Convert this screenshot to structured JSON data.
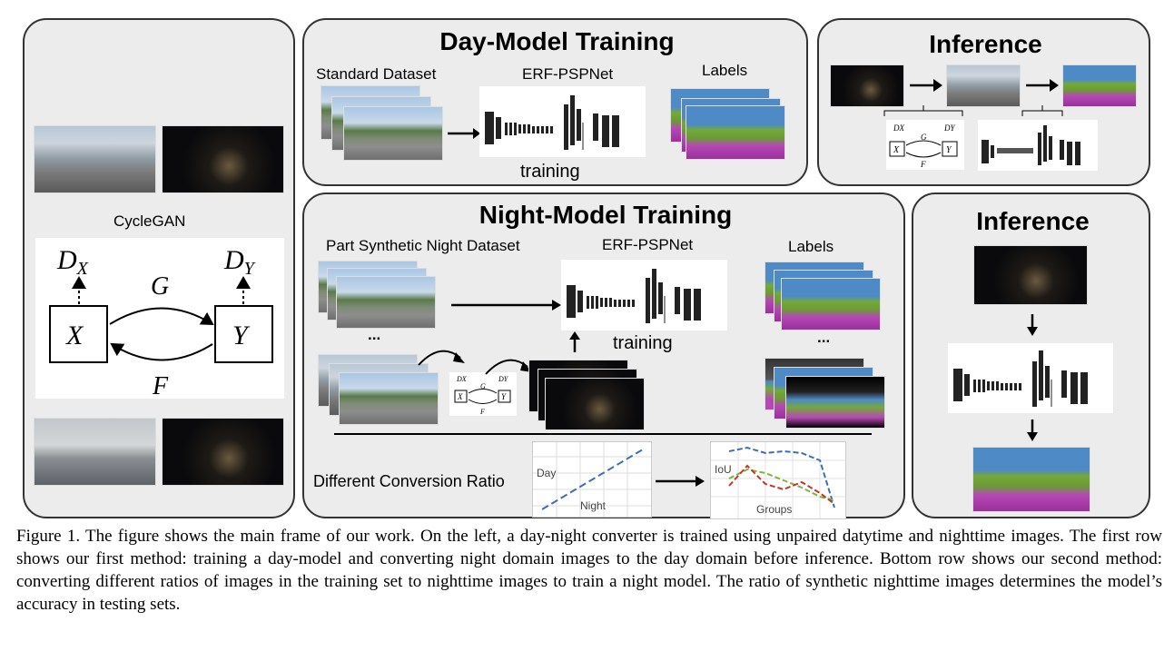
{
  "left_panel": {
    "label": "CycleGAN",
    "diagram": {
      "dx": "D",
      "dx_sub": "X",
      "dy": "D",
      "dy_sub": "Y",
      "x": "X",
      "y": "Y",
      "g": "G",
      "f": "F"
    }
  },
  "day_model": {
    "title": "Day-Model Training",
    "standard_dataset": "Standard Dataset",
    "network": "ERF-PSPNet",
    "labels": "Labels",
    "training": "training"
  },
  "inference_top": {
    "title": "Inference"
  },
  "night_model": {
    "title": "Night-Model Training",
    "part_synthetic": "Part Synthetic Night Dataset",
    "network": "ERF-PSPNet",
    "labels": "Labels",
    "training": "training",
    "ellipsis_left": "...",
    "ellipsis_right": "...",
    "conversion_ratio": "Different Conversion Ratio",
    "chart1": {
      "ylabel": "Day",
      "xlabel": "Night"
    },
    "chart2": {
      "ylabel": "IoU",
      "xlabel": "Groups"
    }
  },
  "inference_bottom": {
    "title": "Inference"
  },
  "caption": {
    "text": "Figure 1.   The figure shows the main frame of our work.  On the left, a day-night converter is trained using unpaired datytime and nighttime images. The first row shows our first method:  training a day-model and converting night domain images to the day domain before inference. Bottom row shows our second method: converting different ratios of images in the training set to nighttime images to train a night model.  The ratio of synthetic nighttime images determines the model’s accuracy in testing sets."
  },
  "colors": {
    "panel_bg": "#ececec",
    "panel_border": "#333333",
    "label_sky": "#4e8ac6",
    "label_veg": "#74a93a",
    "label_road": "#b548b5"
  }
}
